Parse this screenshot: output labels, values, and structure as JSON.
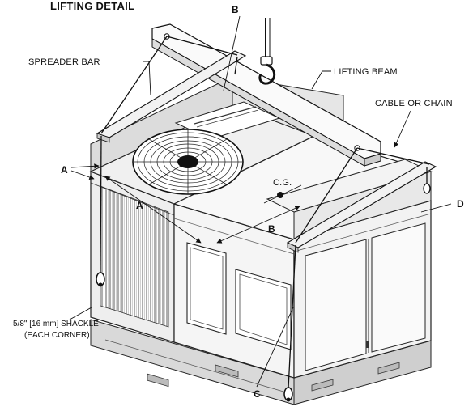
{
  "title": "LIFTING DETAIL",
  "labels": {
    "spreader_bar": "SPREADER BAR",
    "lifting_beam": "LIFTING BEAM",
    "cable_or_chain": "CABLE OR CHAIN",
    "cg": "C.G.",
    "shackle_line1": "5/8\" [16 mm] SHACKLE",
    "shackle_line2": "(EACH CORNER)",
    "point_a": "A",
    "point_b": "B",
    "point_c": "C",
    "point_d": "D"
  },
  "icons": {
    "fan": "condenser-fan-icon",
    "hook": "crane-hook-icon",
    "cg_marker": "center-of-gravity-icon",
    "shackle": "shackle-icon"
  }
}
